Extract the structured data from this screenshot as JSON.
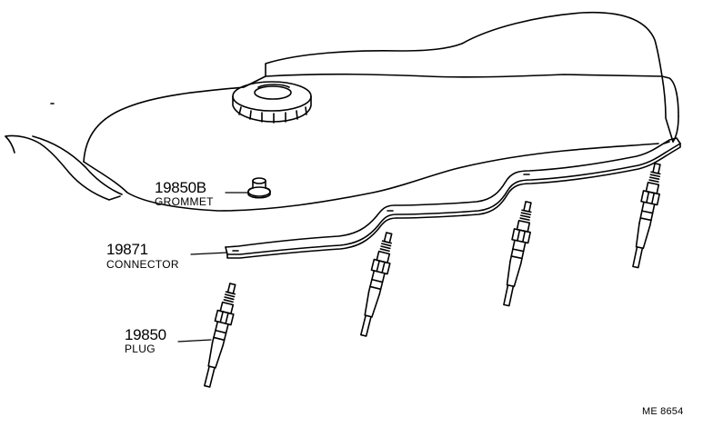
{
  "labels": {
    "grommet": {
      "part_number": "19850B",
      "name": "GROMMET"
    },
    "connector": {
      "part_number": "19871",
      "name": "CONNECTOR"
    },
    "plug": {
      "part_number": "19850",
      "name": "PLUG"
    }
  },
  "drawing_ref": "ME 8654",
  "colors": {
    "line": "#000000",
    "background": "#ffffff"
  }
}
